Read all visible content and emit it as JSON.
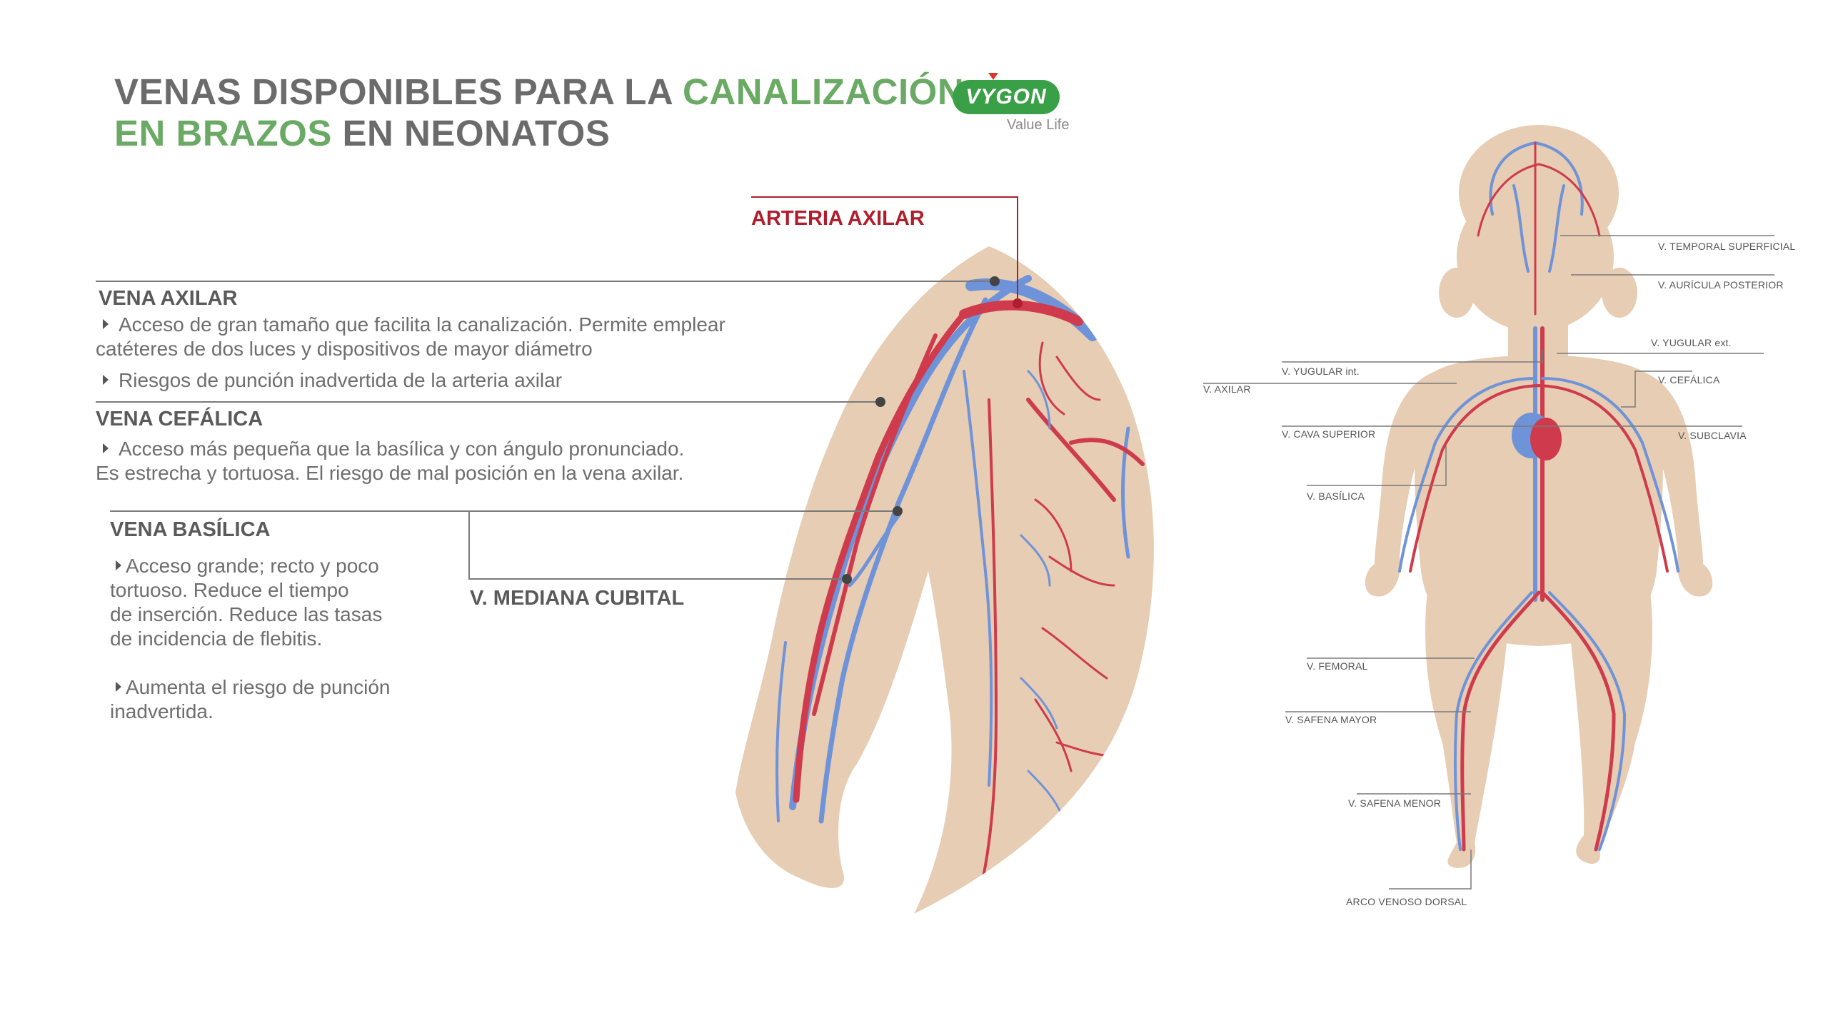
{
  "title": {
    "line1_a": "VENAS DISPONIBLES PARA LA ",
    "line1_b": "CANALIZACIÓN",
    "line2_a": "EN BRAZOS",
    "line2_b": " EN NEONATOS"
  },
  "logo": {
    "brand": "VYGON",
    "tagline": "Value Life"
  },
  "sections": {
    "arteria_axilar": "ARTERIA AXILAR",
    "vena_axilar": {
      "title": "VENA AXILAR",
      "p1_line1": "Acceso de gran tamaño que facilita la canalización. Permite emplear",
      "p1_line2": "catéteres de dos luces y dispositivos de mayor diámetro",
      "p2": "Riesgos de punción inadvertida de la arteria axilar"
    },
    "vena_cefalica": {
      "title": "VENA CEFÁLICA",
      "p1_line1": "Acceso más pequeña que la basílica y con ángulo pronunciado.",
      "p1_line2": "Es estrecha y tortuosa. El riesgo de mal posición en la vena axilar."
    },
    "vena_basilica": {
      "title": "VENA BASÍLICA",
      "p1_line1": "Acceso grande; recto y poco",
      "p1_line2": "tortuoso. Reduce el tiempo",
      "p1_line3": "de inserción. Reduce las tasas",
      "p1_line4": "de incidencia de flebitis.",
      "p2_line1": "Aumenta el riesgo de punción",
      "p2_line2": "inadvertida."
    },
    "v_mediana_cubital": "V. MEDIANA CUBITAL"
  },
  "body_labels": {
    "temporal_superficial": "V. TEMPORAL SUPERFICIAL",
    "auricula_posterior": "V. AURÍCULA POSTERIOR",
    "yugular_ext": "V. YUGULAR ext.",
    "yugular_int": "V. YUGULAR int.",
    "axilar": "V. AXILAR",
    "cefalica": "V. CEFÁLICA",
    "cava_superior": "V. CAVA SUPERIOR",
    "subclavia": "V. SUBCLAVIA",
    "basilica": "V. BASÍLICA",
    "femoral": "V. FEMORAL",
    "safena_mayor": "V. SAFENA MAYOR",
    "safena_menor": "V. SAFENA MENOR",
    "arco_venoso_dorsal": "ARCO VENOSO DORSAL"
  },
  "colors": {
    "skin": "#e6cdb3",
    "vein": "#6f93d9",
    "artery": "#cf3b4c",
    "accent_green": "#6aaa64",
    "label_red": "#b01e2e"
  }
}
